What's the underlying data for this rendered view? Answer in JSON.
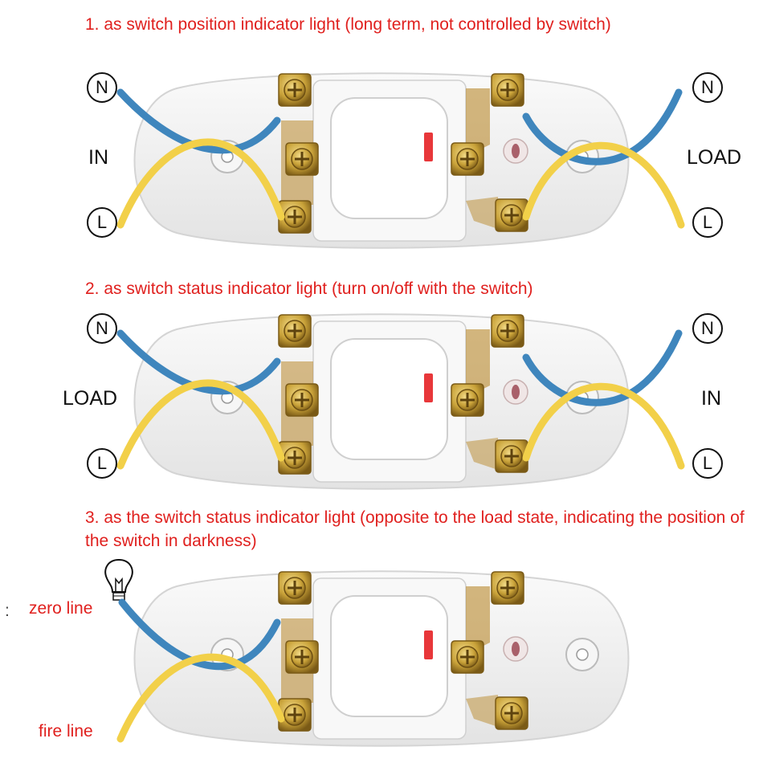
{
  "captions": {
    "c1": "1. as switch position indicator light (long term, not controlled by switch)",
    "c2": "2. as switch status indicator light (turn on/off with the switch)",
    "c3": "3. as the switch status indicator light (opposite to the load state, indicating the position of the switch in darkness)"
  },
  "diagram1": {
    "n_left": "N",
    "n_right": "N",
    "l_left": "L",
    "l_right": "L",
    "left_label": "IN",
    "right_label": "LOAD"
  },
  "diagram2": {
    "n_left": "N",
    "n_right": "N",
    "l_left": "L",
    "l_right": "L",
    "left_label": "LOAD",
    "right_label": "IN"
  },
  "diagram3": {
    "zero_line": "zero line",
    "fire_line": "fire line",
    "stray_mark": ":"
  },
  "colors": {
    "caption": "#e0201e",
    "neutral_wire": "#3f86bd",
    "live_wire": "#f2d049",
    "brass": "#c9a239",
    "body": "#f1f1f1"
  }
}
